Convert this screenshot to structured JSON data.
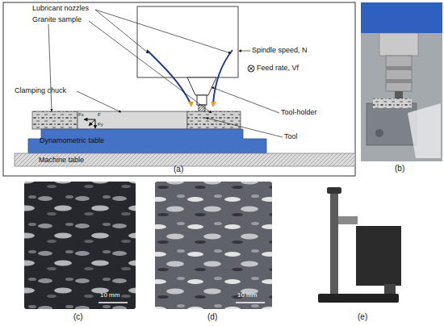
{
  "diagram": {
    "nodes": [
      {
        "text": [
          "Dynamometric table"
        ]
      },
      {
        "text": [
          "Machine table"
        ]
      }
    ],
    "labels": [
      "Lubricant nozzles",
      "Granite sample",
      "Spindle speed, N",
      "Feed rate, Vf",
      "Clamping chuck",
      "Tool-holder",
      "Tool",
      "Fx",
      "F",
      "Fy",
      "(a)",
      "(b)",
      "10 mm",
      "(c)",
      "10 mm",
      "(d)",
      "(e)"
    ]
  }
}
